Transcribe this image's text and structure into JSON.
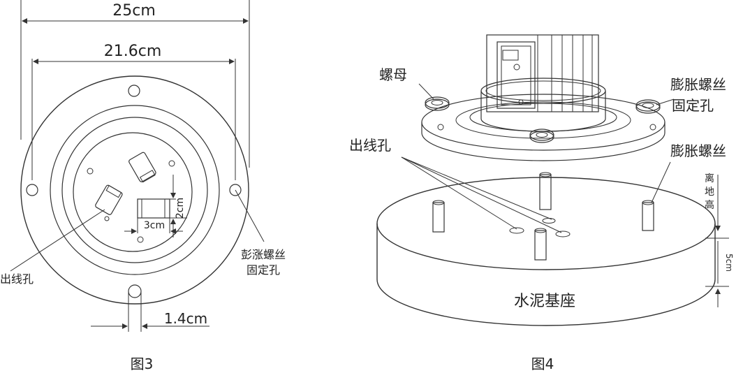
{
  "figure3": {
    "caption": "图3",
    "dim_outer": "25cm",
    "dim_inner": "21.6cm",
    "dim_hole": "1.4cm",
    "dim_w": "3cm",
    "dim_h": "2cm",
    "label_cable_hole": "出线孔",
    "label_anchor_hole_line1": "彭涨螺丝",
    "label_anchor_hole_line2": "固定孔"
  },
  "figure4": {
    "caption": "图4",
    "label_nut": "螺母",
    "label_anchor_hole_line1": "膨胀螺丝",
    "label_anchor_hole_line2": "固定孔",
    "label_cable_hole": "出线孔",
    "label_anchor_bolt": "膨胀螺丝",
    "label_height_c1": "离",
    "label_height_c2": "地",
    "label_height_c3": "高",
    "label_5cm": "5cm",
    "label_base": "水泥基座"
  }
}
